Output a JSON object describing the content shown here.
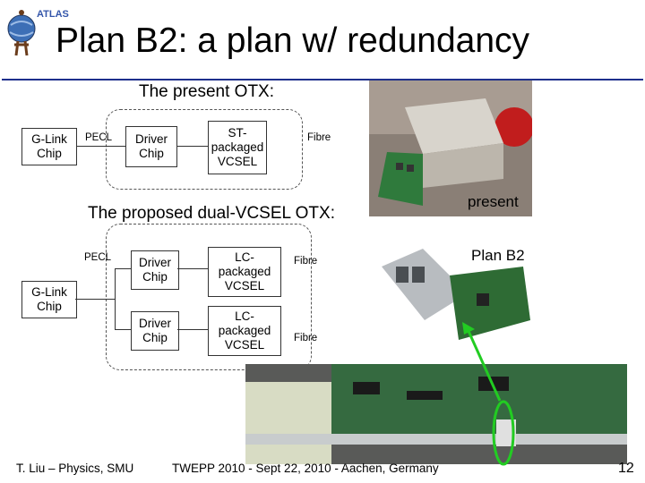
{
  "slide": {
    "title": "Plan B2: a plan w/ redundancy",
    "logo_text": "ATLAS",
    "present_heading": "The present OTX:",
    "proposed_heading": "The proposed dual-VCSEL OTX:",
    "present_diagram": {
      "glink": "G-Link Chip",
      "pecl": "PECL",
      "driver": "Driver Chip",
      "vcsel": "ST-packaged VCSEL",
      "fibre": "Fibre"
    },
    "proposed_diagram": {
      "glink": "G-Link Chip",
      "pecl": "PECL",
      "driver1": "Driver Chip",
      "vcsel1": "LC-packaged VCSEL",
      "fibre1": "Fibre",
      "driver2": "Driver Chip",
      "vcsel2": "LC-packaged VCSEL",
      "fibre2": "Fibre"
    },
    "photo_captions": {
      "present": "present",
      "planb2": "Plan B2"
    },
    "footer": {
      "author": "T. Liu – Physics, SMU",
      "event": "TWEPP 2010 - Sept 22, 2010 - Aachen, Germany",
      "page": "12"
    },
    "colors": {
      "rule": "#1e2f8c",
      "highlight": "#22cc22"
    }
  }
}
